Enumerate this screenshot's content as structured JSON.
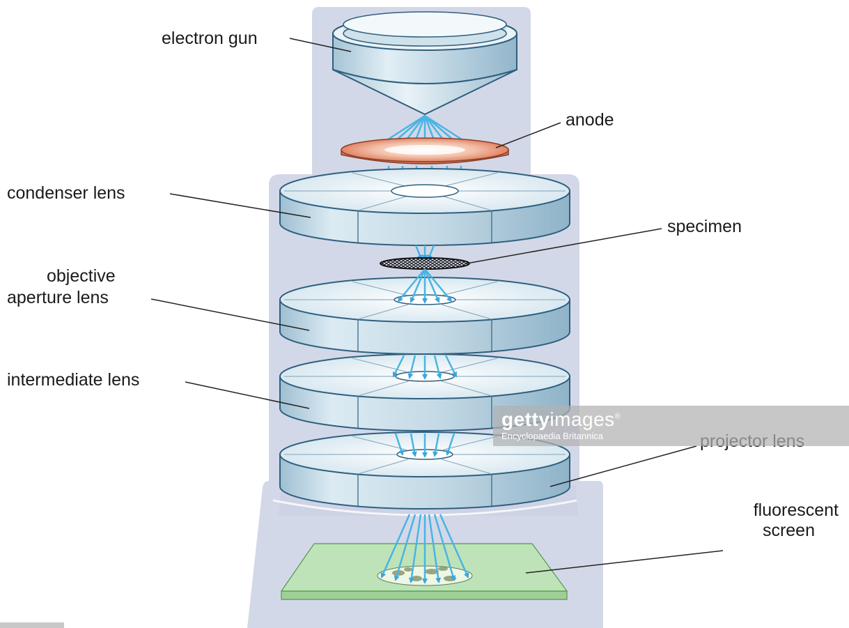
{
  "labels": {
    "electron_gun": "electron gun",
    "anode": "anode",
    "condenser_lens": "condenser lens",
    "specimen": "specimen",
    "objective_line1": "objective",
    "objective_line2": "aperture lens",
    "intermediate_lens": "intermediate lens",
    "projector_lens": "projector lens",
    "fluorescent_line1": "fluorescent",
    "fluorescent_line2": "screen"
  },
  "watermark": {
    "brand_bold": "getty",
    "brand_light": "images",
    "mark": "®",
    "credit": "Encyclopaedia Britannica"
  },
  "colors": {
    "housing": "#d3d8e8",
    "lens_body": "#c4dae6",
    "lens_top": "#e4eff5",
    "lens_stroke": "#2f5f7e",
    "beam": "#49b4e4",
    "anode": "#e58b6b",
    "screen": "#b7ddb1"
  }
}
